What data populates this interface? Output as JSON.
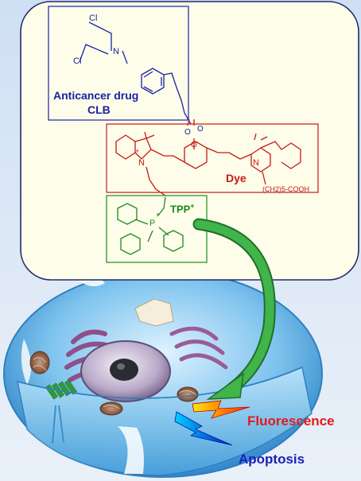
{
  "molecule": {
    "drug_box": {
      "title_line1": "Anticancer drug",
      "title_line2": "CLB"
    },
    "dye_box": {
      "title": "Dye",
      "acid_chain": "(CH2)5-COOH"
    },
    "tpp_box": {
      "title": "TPP",
      "charge": "+"
    },
    "atoms": {
      "cl_top": "Cl",
      "cl_left": "Cl",
      "n_amine": "N",
      "o_ester_a": "O",
      "o_ester_b": "O",
      "o_ether": "O",
      "n_left": "N",
      "n_left_charge": "+",
      "n_right": "N",
      "p": "P",
      "p_charge": "+"
    }
  },
  "cell": {
    "fluorescence_label": "Fluorescence",
    "apoptosis_label": "Apoptosis"
  },
  "colors": {
    "panel_bg": "#fdfde9",
    "drug_blue": "#1a22a8",
    "dye_red": "#c81818",
    "tpp_green": "#1e8a1e",
    "arrow_green": "#3cb43c",
    "fluorescence_red": "#e41a1a",
    "apoptosis_blue": "#1b1fb8"
  }
}
